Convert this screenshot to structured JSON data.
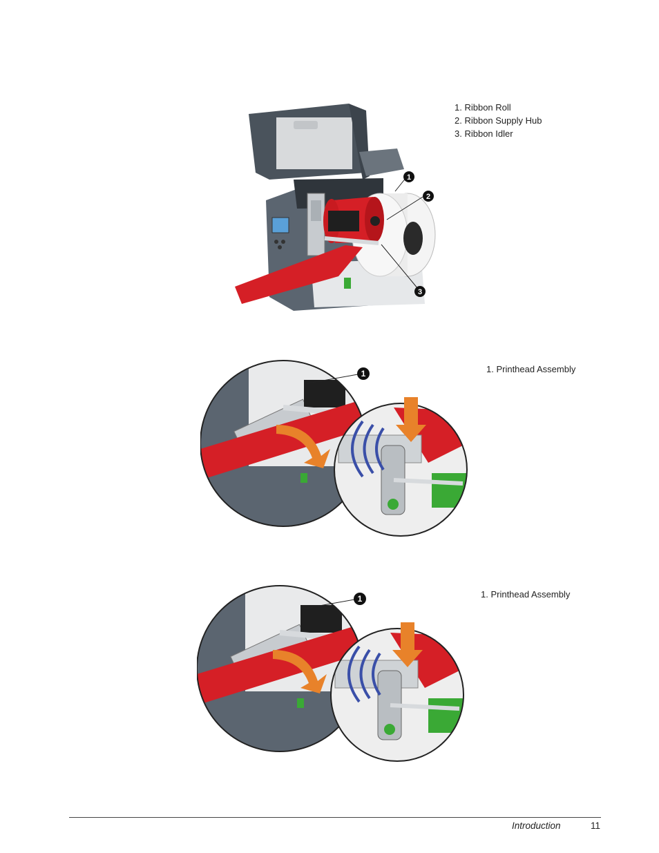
{
  "figures": [
    {
      "callouts": [
        "1. Ribbon Roll",
        "2. Ribbon Supply Hub",
        "3. Ribbon Idler"
      ],
      "badges": [
        "1",
        "2",
        "3"
      ]
    },
    {
      "callouts": [
        "1. Printhead Assembly"
      ],
      "badges": [
        "1"
      ]
    },
    {
      "callouts": [
        "1. Printhead Assembly"
      ],
      "badges": [
        "1"
      ]
    }
  ],
  "footer": {
    "section": "Introduction",
    "page_number": "11"
  },
  "colors": {
    "ribbon_red": "#d51f26",
    "arrow_orange": "#e8822a",
    "motion_blue": "#3a4fa8",
    "printer_gray": "#5b6570",
    "accent_green": "#3aa935"
  }
}
